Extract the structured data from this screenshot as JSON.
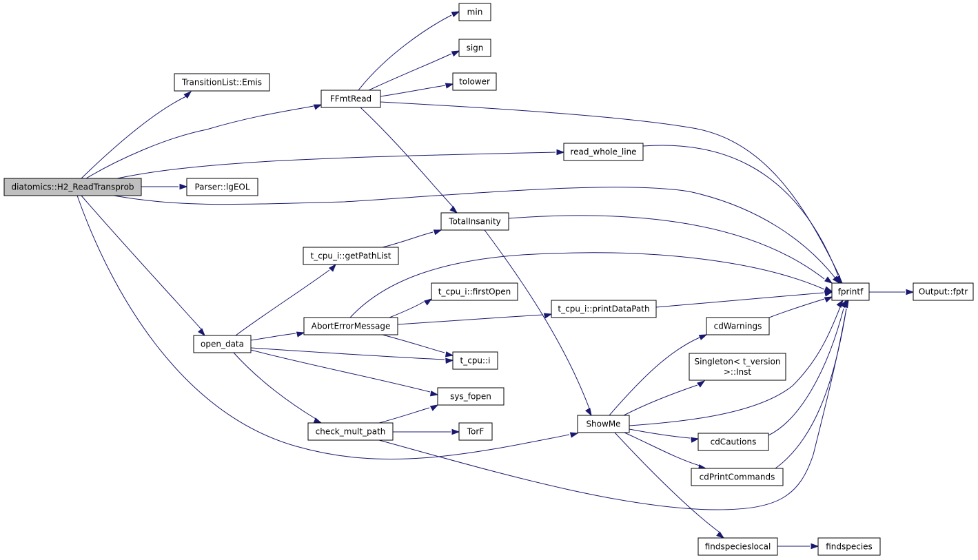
{
  "graph": {
    "nodes": [
      {
        "id": "root",
        "lines": [
          "diatomics::H2_ReadTransprob"
        ],
        "root": true
      },
      {
        "id": "emis",
        "lines": [
          "TransitionList::Emis"
        ]
      },
      {
        "id": "ffmt",
        "lines": [
          "FFmtRead"
        ]
      },
      {
        "id": "min",
        "lines": [
          "min"
        ]
      },
      {
        "id": "sign",
        "lines": [
          "sign"
        ]
      },
      {
        "id": "tolower",
        "lines": [
          "tolower"
        ]
      },
      {
        "id": "rwl",
        "lines": [
          "read_whole_line"
        ]
      },
      {
        "id": "parser",
        "lines": [
          "Parser::lgEOL"
        ]
      },
      {
        "id": "ti",
        "lines": [
          "TotalInsanity"
        ]
      },
      {
        "id": "gpl",
        "lines": [
          "t_cpu_i::getPathList"
        ]
      },
      {
        "id": "fopen",
        "lines": [
          "t_cpu_i::firstOpen"
        ]
      },
      {
        "id": "aem",
        "lines": [
          "AbortErrorMessage"
        ]
      },
      {
        "id": "pdp",
        "lines": [
          "t_cpu_i::printDataPath"
        ]
      },
      {
        "id": "od",
        "lines": [
          "open_data"
        ]
      },
      {
        "id": "tcpui",
        "lines": [
          "t_cpu::i"
        ]
      },
      {
        "id": "sysf",
        "lines": [
          "sys_fopen"
        ]
      },
      {
        "id": "cmp",
        "lines": [
          "check_mult_path"
        ]
      },
      {
        "id": "torf",
        "lines": [
          "TorF"
        ]
      },
      {
        "id": "showme",
        "lines": [
          "ShowMe"
        ]
      },
      {
        "id": "cdw",
        "lines": [
          "cdWarnings"
        ]
      },
      {
        "id": "singleton",
        "lines": [
          "Singleton< t_version",
          ">::Inst"
        ]
      },
      {
        "id": "cdc",
        "lines": [
          "cdCautions"
        ]
      },
      {
        "id": "cdpc",
        "lines": [
          "cdPrintCommands"
        ]
      },
      {
        "id": "fsl",
        "lines": [
          "findspecieslocal"
        ]
      },
      {
        "id": "fs",
        "lines": [
          "findspecies"
        ]
      },
      {
        "id": "fprintf",
        "lines": [
          "fprintf"
        ]
      },
      {
        "id": "fptr",
        "lines": [
          "Output::fptr"
        ]
      }
    ],
    "edges": [
      {
        "from": "root",
        "to": "emis"
      },
      {
        "from": "root",
        "to": "ffmt"
      },
      {
        "from": "root",
        "to": "rwl"
      },
      {
        "from": "root",
        "to": "parser"
      },
      {
        "from": "root",
        "to": "fprintf"
      },
      {
        "from": "root",
        "to": "od"
      },
      {
        "from": "root",
        "to": "showme"
      },
      {
        "from": "ffmt",
        "to": "min"
      },
      {
        "from": "ffmt",
        "to": "sign"
      },
      {
        "from": "ffmt",
        "to": "tolower"
      },
      {
        "from": "ffmt",
        "to": "fprintf"
      },
      {
        "from": "ffmt",
        "to": "ti"
      },
      {
        "from": "rwl",
        "to": "fprintf"
      },
      {
        "from": "ti",
        "to": "fprintf"
      },
      {
        "from": "ti",
        "to": "showme"
      },
      {
        "from": "gpl",
        "to": "ti"
      },
      {
        "from": "od",
        "to": "gpl"
      },
      {
        "from": "od",
        "to": "aem"
      },
      {
        "from": "od",
        "to": "tcpui"
      },
      {
        "from": "od",
        "to": "sysf"
      },
      {
        "from": "od",
        "to": "cmp"
      },
      {
        "from": "aem",
        "to": "fprintf"
      },
      {
        "from": "aem",
        "to": "fopen"
      },
      {
        "from": "aem",
        "to": "pdp"
      },
      {
        "from": "aem",
        "to": "tcpui"
      },
      {
        "from": "pdp",
        "to": "fprintf"
      },
      {
        "from": "cmp",
        "to": "sysf"
      },
      {
        "from": "cmp",
        "to": "torf"
      },
      {
        "from": "cmp",
        "to": "fprintf"
      },
      {
        "from": "showme",
        "to": "cdw"
      },
      {
        "from": "showme",
        "to": "singleton"
      },
      {
        "from": "showme",
        "to": "fprintf"
      },
      {
        "from": "showme",
        "to": "cdc"
      },
      {
        "from": "showme",
        "to": "cdpc"
      },
      {
        "from": "showme",
        "to": "fsl"
      },
      {
        "from": "cdw",
        "to": "fprintf"
      },
      {
        "from": "cdc",
        "to": "fprintf"
      },
      {
        "from": "cdpc",
        "to": "fprintf"
      },
      {
        "from": "fsl",
        "to": "fs"
      },
      {
        "from": "fprintf",
        "to": "fptr"
      }
    ],
    "colors": {
      "edge": "#191970",
      "node_border": "#000000",
      "node_fill": "#ffffff",
      "root_fill": "#bfbfbf"
    }
  }
}
